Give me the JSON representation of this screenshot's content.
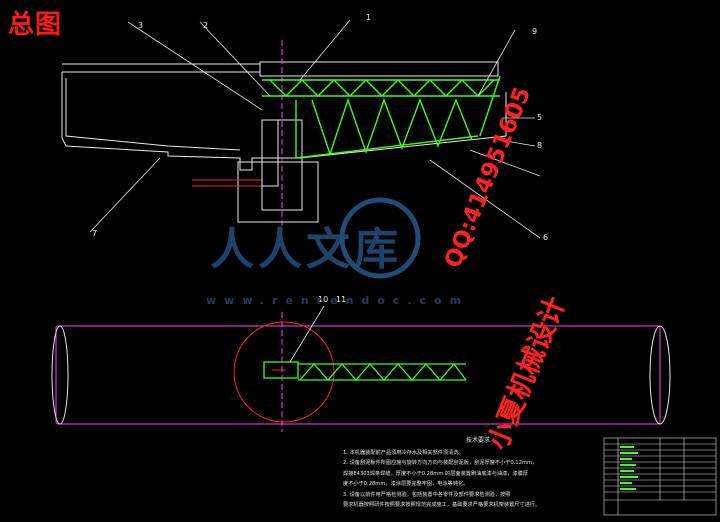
{
  "title": "总图",
  "callouts": [
    "1",
    "2",
    "3",
    "5",
    "6",
    "7",
    "8",
    "9",
    "10",
    "11"
  ],
  "notes_title": "技术要求",
  "notes": [
    "1. 本机器装配前产品须用冷存水及相关部件须清洗。",
    "2. 设备刮泥板件所图应施与旋转方向方向与装配刮泥板，刮泥厚度不小于0.12mm，",
    "   焊接E4303焊条焊缝，厚度不小于0.28mm 的层面装置刷油底漆与油漆，漆膜厚",
    "   度不小于0.28mm，漆涂层要完整牢固，电泳等钝化。",
    "3. 设备以前件用严格检测验，包括装置中各零件及部件要求检测验，按照",
    "   要求机器按照研件按照要求按照规范完成施工，基础要求严格要求机架装置尺寸进行。"
  ],
  "watermark_cn": "人人文库",
  "watermark_url": "www.renrendoc.com",
  "stamp_line1": "QQ:414951605",
  "stamp_line2": "小夏机械设计",
  "colors": {
    "green": "#39ff14",
    "red": "#ff2020",
    "white": "#e8e8e8",
    "magenta": "#ff3cff"
  }
}
